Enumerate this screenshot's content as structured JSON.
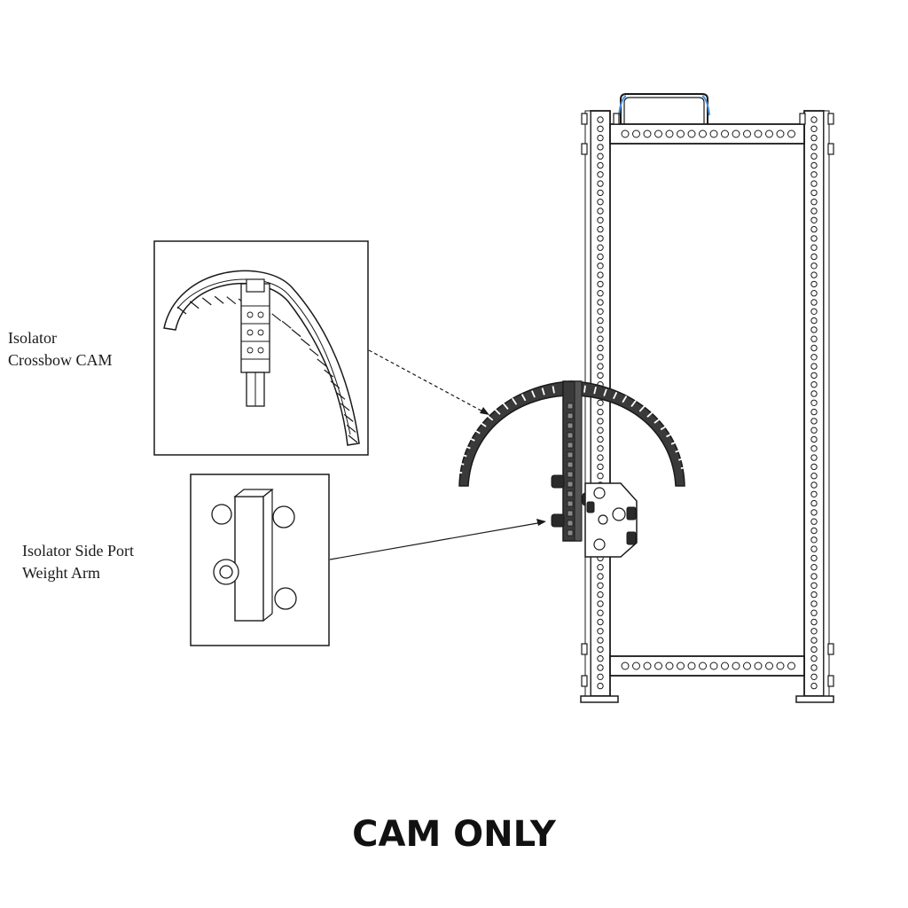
{
  "callouts": {
    "crossbow_cam": {
      "line1": "Isolator",
      "line2": "Crossbow CAM"
    },
    "side_port_arm": {
      "line1": "Isolator Side Port",
      "line2": "Weight Arm"
    }
  },
  "caption": "CAM ONLY",
  "colors": {
    "line": "#1a1a1a",
    "cam_fill": "#3a3a3a",
    "accent_blue": "#4a90d9"
  }
}
